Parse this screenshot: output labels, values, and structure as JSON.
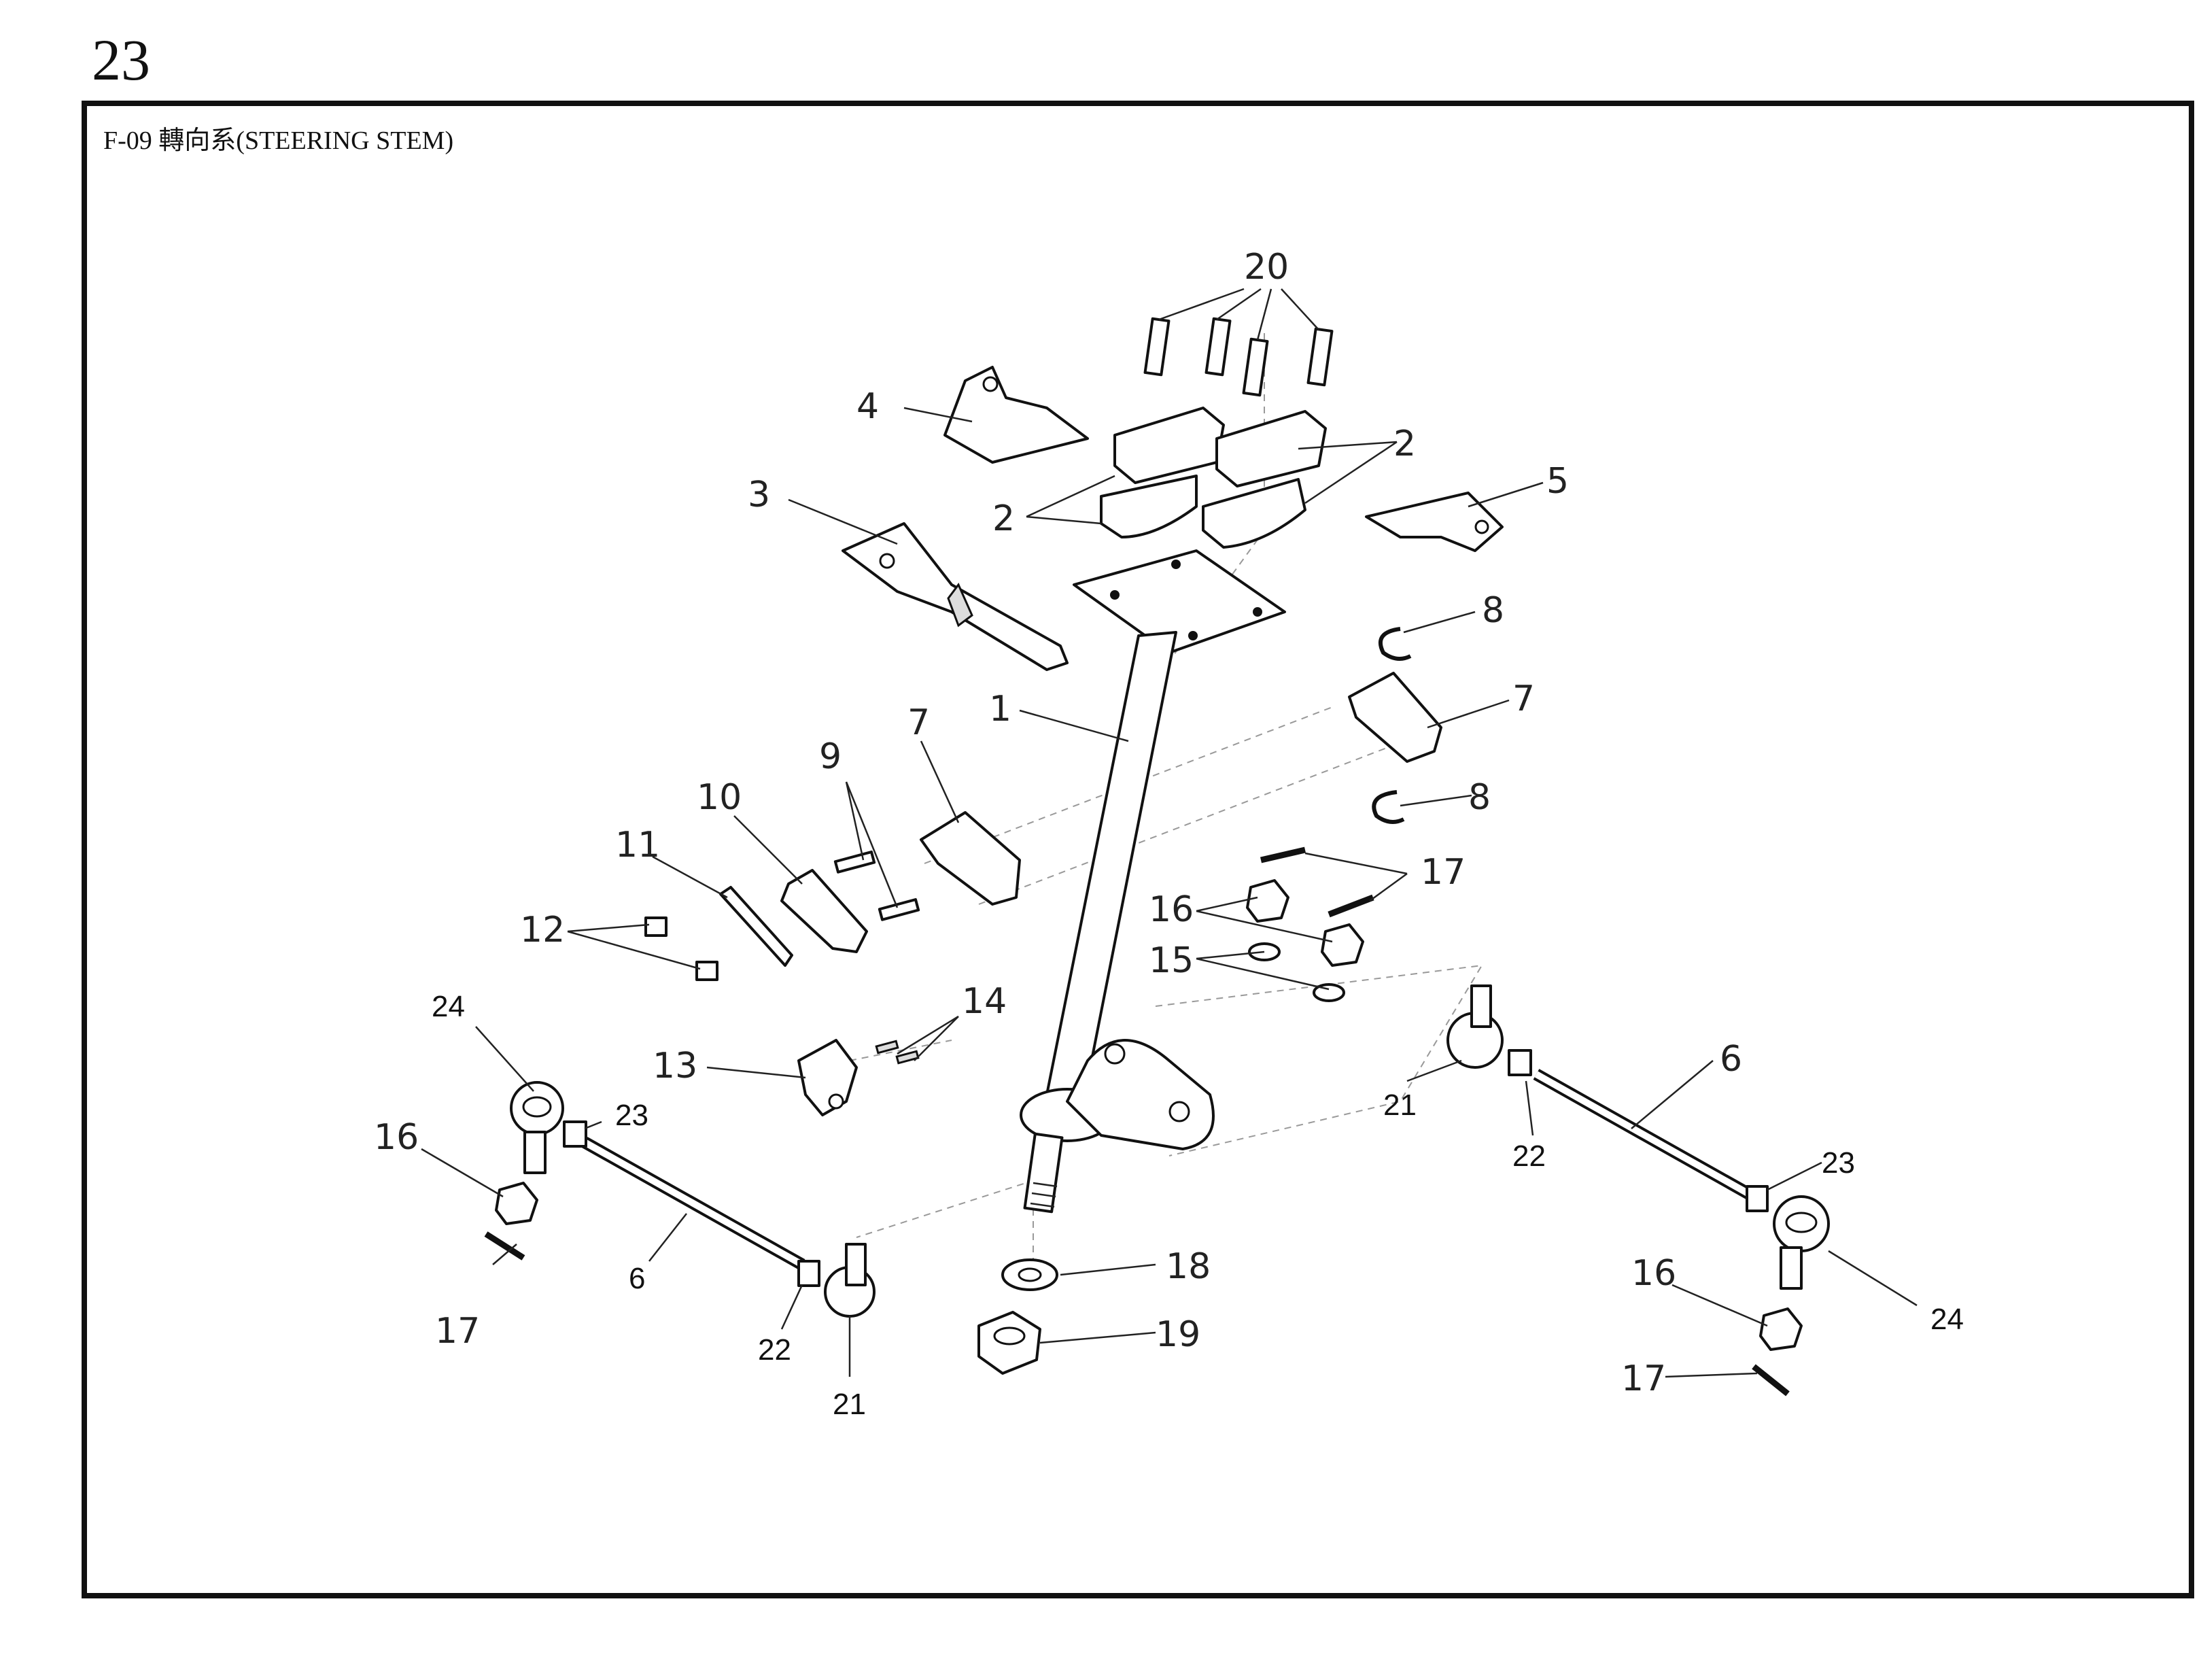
{
  "page": {
    "number": "23",
    "title": "F-09 轉向系(STEERING STEM)"
  },
  "callouts": {
    "c1": "1",
    "c2a": "2",
    "c2b": "2",
    "c3": "3",
    "c4": "4",
    "c5": "5",
    "c6a": "6",
    "c6b": "6",
    "c7a": "7",
    "c7b": "7",
    "c8a": "8",
    "c8b": "8",
    "c9": "9",
    "c10": "10",
    "c11": "11",
    "c12": "12",
    "c13": "13",
    "c14": "14",
    "c15": "15",
    "c16a": "16",
    "c16b": "16",
    "c16c": "16",
    "c17a": "17",
    "c17b": "17",
    "c17c": "17",
    "c18": "18",
    "c19": "19",
    "c20": "20",
    "c21a": "21",
    "c21b": "21",
    "c22a": "22",
    "c22b": "22",
    "c23a": "23",
    "c23b": "23",
    "c24a": "24",
    "c24b": "24"
  }
}
